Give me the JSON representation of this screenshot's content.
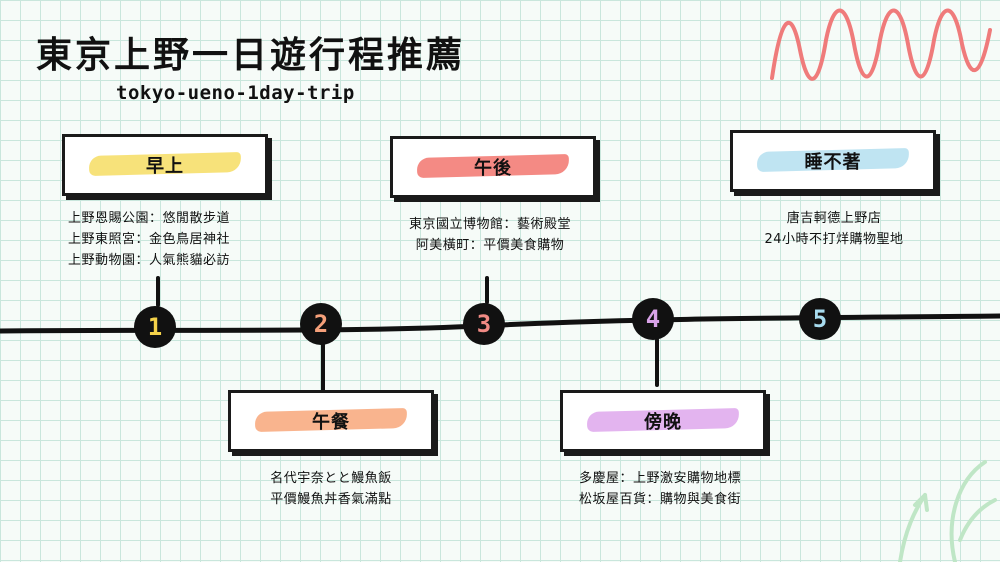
{
  "title": "東京上野一日遊行程推薦",
  "subtitle": "tokyo-ueno-1day-trip",
  "colors": {
    "timeline": "#111111",
    "node_number_1": "#f4d24a",
    "node_number_2": "#f5a07a",
    "node_number_3": "#f08a84",
    "node_number_4": "#d9a3e8",
    "node_number_5": "#a8dcef",
    "zigzag": "#ef7b7b",
    "leaf": "#bfe6c6"
  },
  "stops": [
    {
      "number": "1",
      "label": "早上",
      "highlight": "#f7e27a",
      "lines": [
        "上野恩賜公園：悠閒散步道",
        "上野東照宮：金色鳥居神社",
        "上野動物園：人氣熊貓必訪"
      ]
    },
    {
      "number": "2",
      "label": "午餐",
      "highlight": "#f9b48e",
      "lines": [
        "名代宇奈とと鰻魚飯",
        "平價鰻魚丼香氣滿點"
      ]
    },
    {
      "number": "3",
      "label": "午後",
      "highlight": "#f48a84",
      "lines": [
        "東京國立博物館：藝術殿堂",
        "阿美橫町：平價美食購物"
      ]
    },
    {
      "number": "4",
      "label": "傍晚",
      "highlight": "#e3b4ef",
      "lines": [
        "多慶屋：上野激安購物地標",
        "松坂屋百貨：購物與美食街"
      ]
    },
    {
      "number": "5",
      "label": "睡不著",
      "highlight": "#bfe4f2",
      "lines": [
        "唐吉軻德上野店",
        "24小時不打烊購物聖地"
      ]
    }
  ]
}
